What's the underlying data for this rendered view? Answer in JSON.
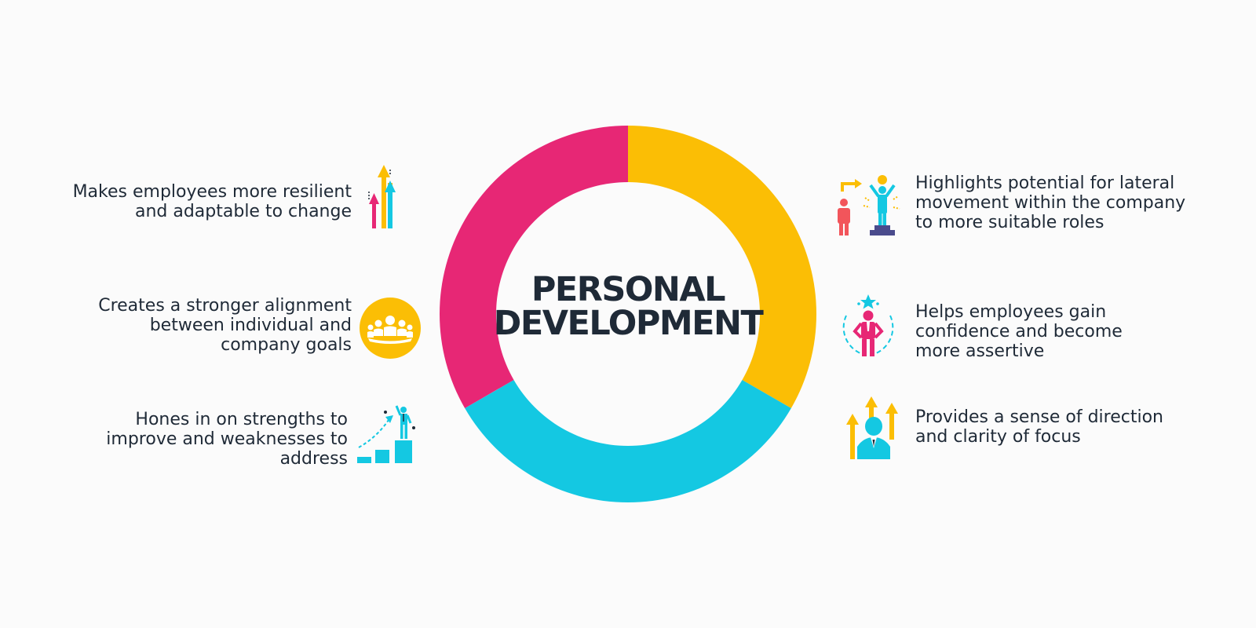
{
  "title": {
    "lines": [
      "PERSONAL",
      "DEVELOPMENT"
    ]
  },
  "colors": {
    "yellow": "#fbbe05",
    "pink": "#e72775",
    "cyan": "#14c8e2",
    "dark": "#1f2a37",
    "coral": "#f2555b",
    "navy": "#4a4b8c"
  },
  "ring": {
    "segments": [
      {
        "name": "yellow",
        "color": "#fbbe05",
        "start_deg": 0,
        "end_deg": 120
      },
      {
        "name": "cyan",
        "color": "#14c8e2",
        "start_deg": 120,
        "end_deg": 240
      },
      {
        "name": "pink",
        "color": "#e72775",
        "start_deg": 240,
        "end_deg": 360
      }
    ]
  },
  "items": {
    "left": [
      {
        "icon": "rising-arrows-icon",
        "lines": [
          "Makes employees more resilient",
          "and adaptable to change"
        ]
      },
      {
        "icon": "team-meeting-icon",
        "lines": [
          "Creates a stronger alignment",
          "between individual and",
          "company goals"
        ]
      },
      {
        "icon": "growth-steps-icon",
        "lines": [
          "Hones in on strengths to",
          "improve and weaknesses to",
          "address"
        ]
      }
    ],
    "right": [
      {
        "icon": "lateral-move-icon",
        "lines": [
          "Highlights potential for lateral",
          "movement within the company",
          "to more suitable roles"
        ]
      },
      {
        "icon": "confident-person-icon",
        "lines": [
          "Helps employees gain",
          "confidence and become",
          "more assertive"
        ]
      },
      {
        "icon": "direction-arrows-person-icon",
        "lines": [
          "Provides a sense of direction",
          "and clarity of focus"
        ]
      }
    ]
  }
}
